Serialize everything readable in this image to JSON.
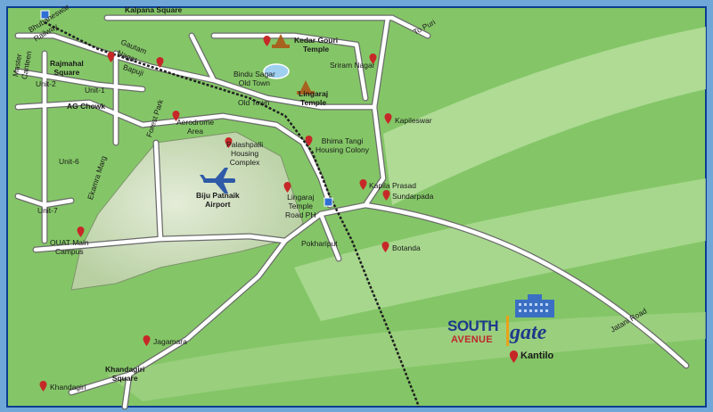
{
  "colors": {
    "frame": "#6fa7d8",
    "land": "#87c96a",
    "land_light": "#b9e0a2",
    "road": "#ffffff",
    "road_edge": "#6b6b6b",
    "airport": "#c9d9b8",
    "pin": "#c62828",
    "rail": "#2b2b2b",
    "water": "#9fd0f0"
  },
  "labels": {
    "kalpana_square": "Kalpana Square",
    "to_puri": "To Puri",
    "kedar_gouri": "Kedar Gouri",
    "temple1": "Temple",
    "bindu_sagar": "Bindu Sagar",
    "old_town1": "Old Town",
    "sriram_nagar": "Sriram Nagar",
    "lingaraj": "Lingaraj",
    "temple2": "Temple",
    "old_town2": "Old Town",
    "bhubaneswar_railway1": "Bhubaneswar",
    "bhubaneswar_railway2": "Railway",
    "master_canteen1": "Master",
    "master_canteen2": "Canteen",
    "rajmahal1": "Rajmahal",
    "rajmahal2": "Square",
    "gautam_nagar1": "Gautam",
    "gautam_nagar2": "Nagar",
    "bapuji": "Bapuji",
    "unit2": "Unit-2",
    "unit1": "Unit-1",
    "ag_chowk": "AG Chowk",
    "forest_park": "Forest Park",
    "aerodrome1": "Aerodrome",
    "aerodrome2": "Area",
    "kapileswar": "Kapileswar",
    "palashpalli1": "Palashpalli",
    "palashpalli2": "Housing",
    "palashpalli3": "Complex",
    "bhima_tangi1": "Bhima Tangi",
    "bhima_tangi2": "Housing Colony",
    "unit6": "Unit-6",
    "ekamra_marg": "Ekamra Marg",
    "airport1": "Biju Patnaik",
    "airport2": "Airport",
    "kapila_prasad": "Kapila Prasad",
    "sundarpada": "Sundarpada",
    "lingaraj_ph1": "Lingaraj",
    "lingaraj_ph2": "Temple",
    "lingaraj_ph3": "Road PH",
    "unit7": "Unit-7",
    "pokhariput": "Pokhariput",
    "ouat1": "OUAT Main",
    "ouat2": "Campus",
    "botanda": "Botanda",
    "jatani_road": "Jatani Road",
    "jagamara": "Jagamara",
    "khandagiri_sq1": "Khandagiri",
    "khandagiri_sq2": "Square",
    "khandagiri": "Khandagiri",
    "kantilo": "Kantilo"
  },
  "logo": {
    "south": "SOUTH",
    "avenue": "AVENUE",
    "gate": "gate"
  }
}
